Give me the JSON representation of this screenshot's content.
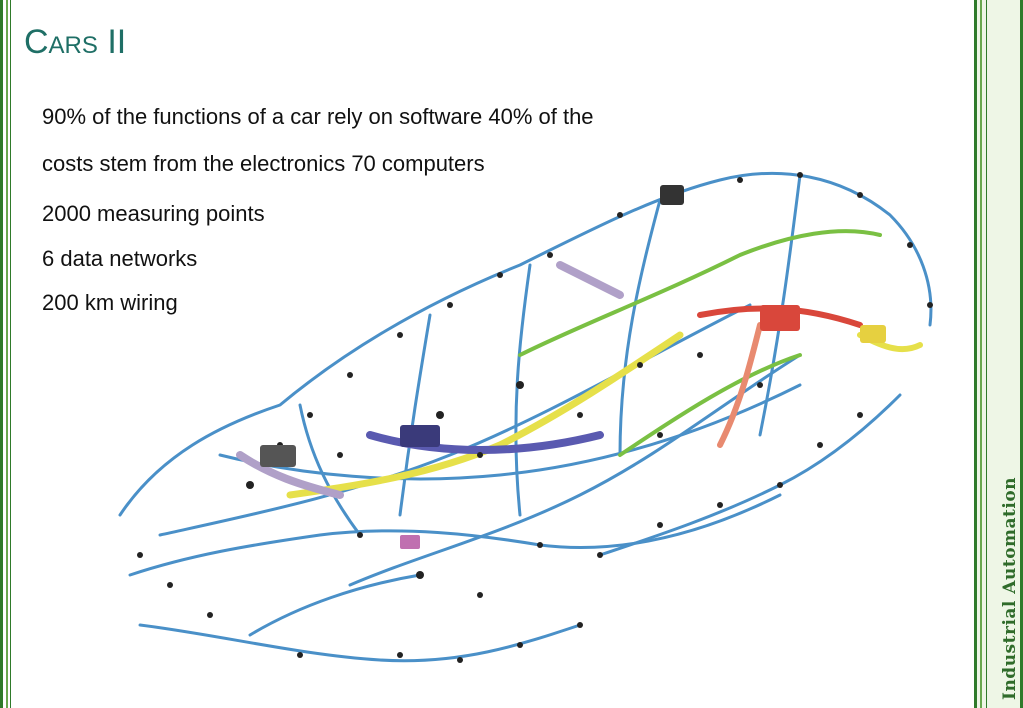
{
  "slide": {
    "title": "Cars II",
    "side_label": "Industrial  Automation",
    "bullets": [
      "90% of the functions of a car rely on software 40% of the",
      "costs stem from the electronics  70 computers",
      "2000 measuring points",
      "6 data networks",
      "200 km wiring"
    ]
  },
  "colors": {
    "title": "#1f6f66",
    "border_dark": "#2f7a2a",
    "border_light": "#6aa84f",
    "side_panel": "#eef6e6",
    "wire_blue": "#4a90c8",
    "wire_green": "#7ac043",
    "wire_yellow": "#e6e04a",
    "wire_red": "#d9473b"
  },
  "image": {
    "name": "car wiring harness illustration"
  }
}
